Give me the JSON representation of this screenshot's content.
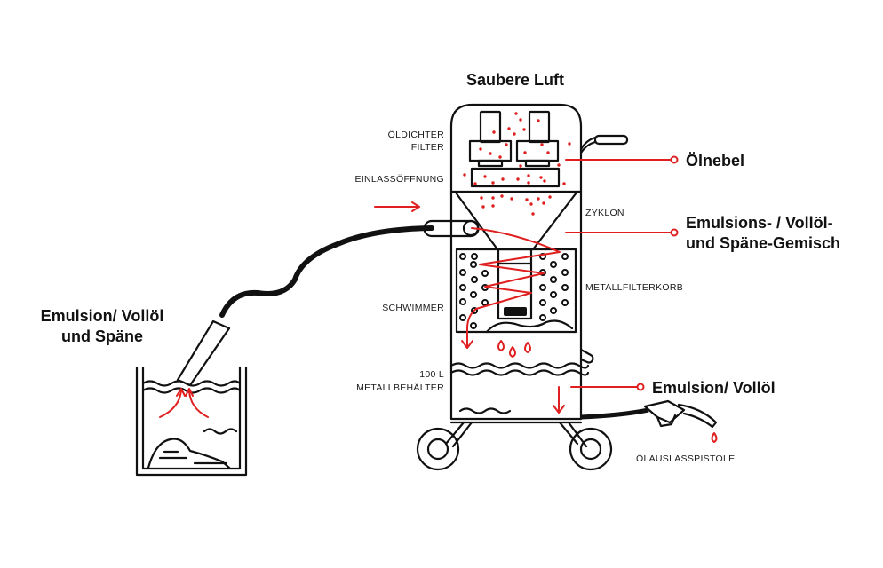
{
  "title": "Saubere Luft",
  "colors": {
    "accent": "#e02020",
    "ink": "#111111",
    "background": "#ffffff"
  },
  "labels": {
    "oeldichter_filter_line1": "ÖLDICHTER",
    "oeldichter_filter_line2": "FILTER",
    "einlassoeffnung": "EINLASSÖFFNUNG",
    "zyklon": "ZYKLON",
    "metallfilterkorb": "METALLFILTERKORB",
    "schwimmer": "SCHWIMMER",
    "behaelter_line1": "100 L",
    "behaelter_line2": "METALLBEHÄLTER",
    "pistole": "ÖLAUSLASSPISTOLE"
  },
  "callouts": {
    "oelnebel": "Ölnebel",
    "gemisch_line1": "Emulsions- / Vollöl-",
    "gemisch_line2": "und Späne-Gemisch",
    "emulsion_out": "Emulsion/ Vollöl"
  },
  "source_label": {
    "line1": "Emulsion/ Vollöl",
    "line2": "und Späne"
  },
  "icons": [
    "oil-filter-icon",
    "cyclone-icon",
    "filter-basket-icon",
    "float-icon",
    "tank-icon",
    "wheel-icon",
    "hose-icon",
    "outlet-gun-icon",
    "drop-icon",
    "flow-arrow-icon"
  ]
}
